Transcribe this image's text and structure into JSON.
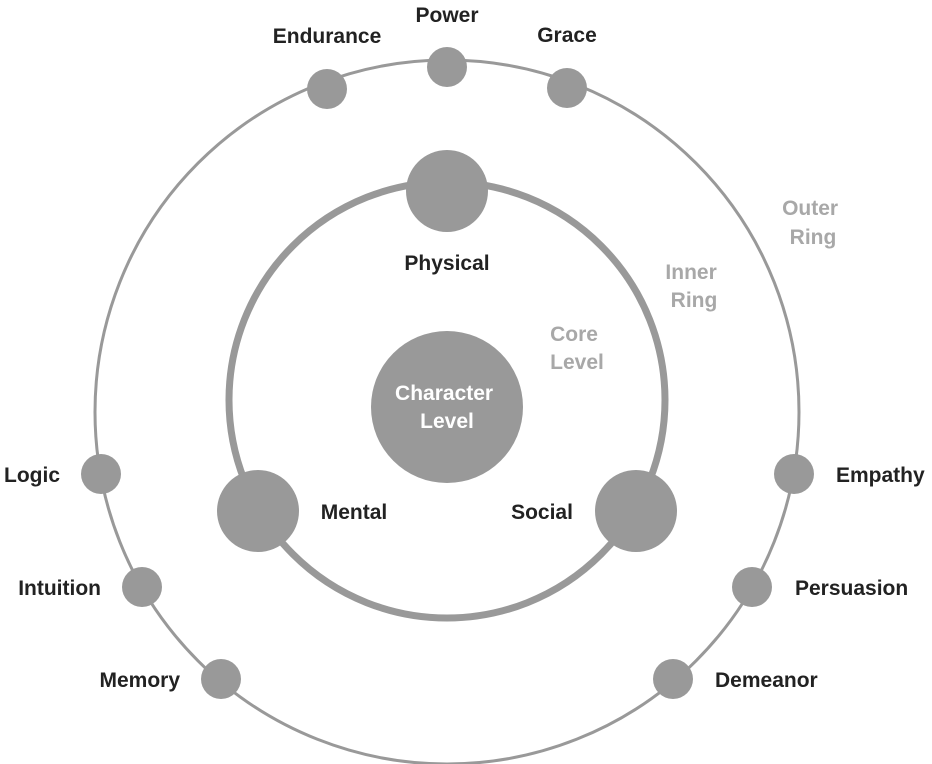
{
  "center": {
    "line1": "Character",
    "line2": "Level"
  },
  "ring_labels": {
    "core": {
      "line1": "Core",
      "line2": "Level"
    },
    "inner": {
      "line1": "Inner",
      "line2": "Ring"
    },
    "outer": {
      "line1": "Outer",
      "line2": "Ring"
    }
  },
  "inner_nodes": {
    "physical": "Physical",
    "mental": "Mental",
    "social": "Social"
  },
  "outer_nodes": {
    "endurance": "Endurance",
    "power": "Power",
    "grace": "Grace",
    "logic": "Logic",
    "intuition": "Intuition",
    "memory": "Memory",
    "empathy": "Empathy",
    "persuasion": "Persuasion",
    "demeanor": "Demeanor"
  },
  "colors": {
    "node_fill": "#999999",
    "ring_stroke": "#999999",
    "label_dark": "#222222",
    "label_light": "#a8a8a8",
    "center_text": "#ffffff"
  }
}
